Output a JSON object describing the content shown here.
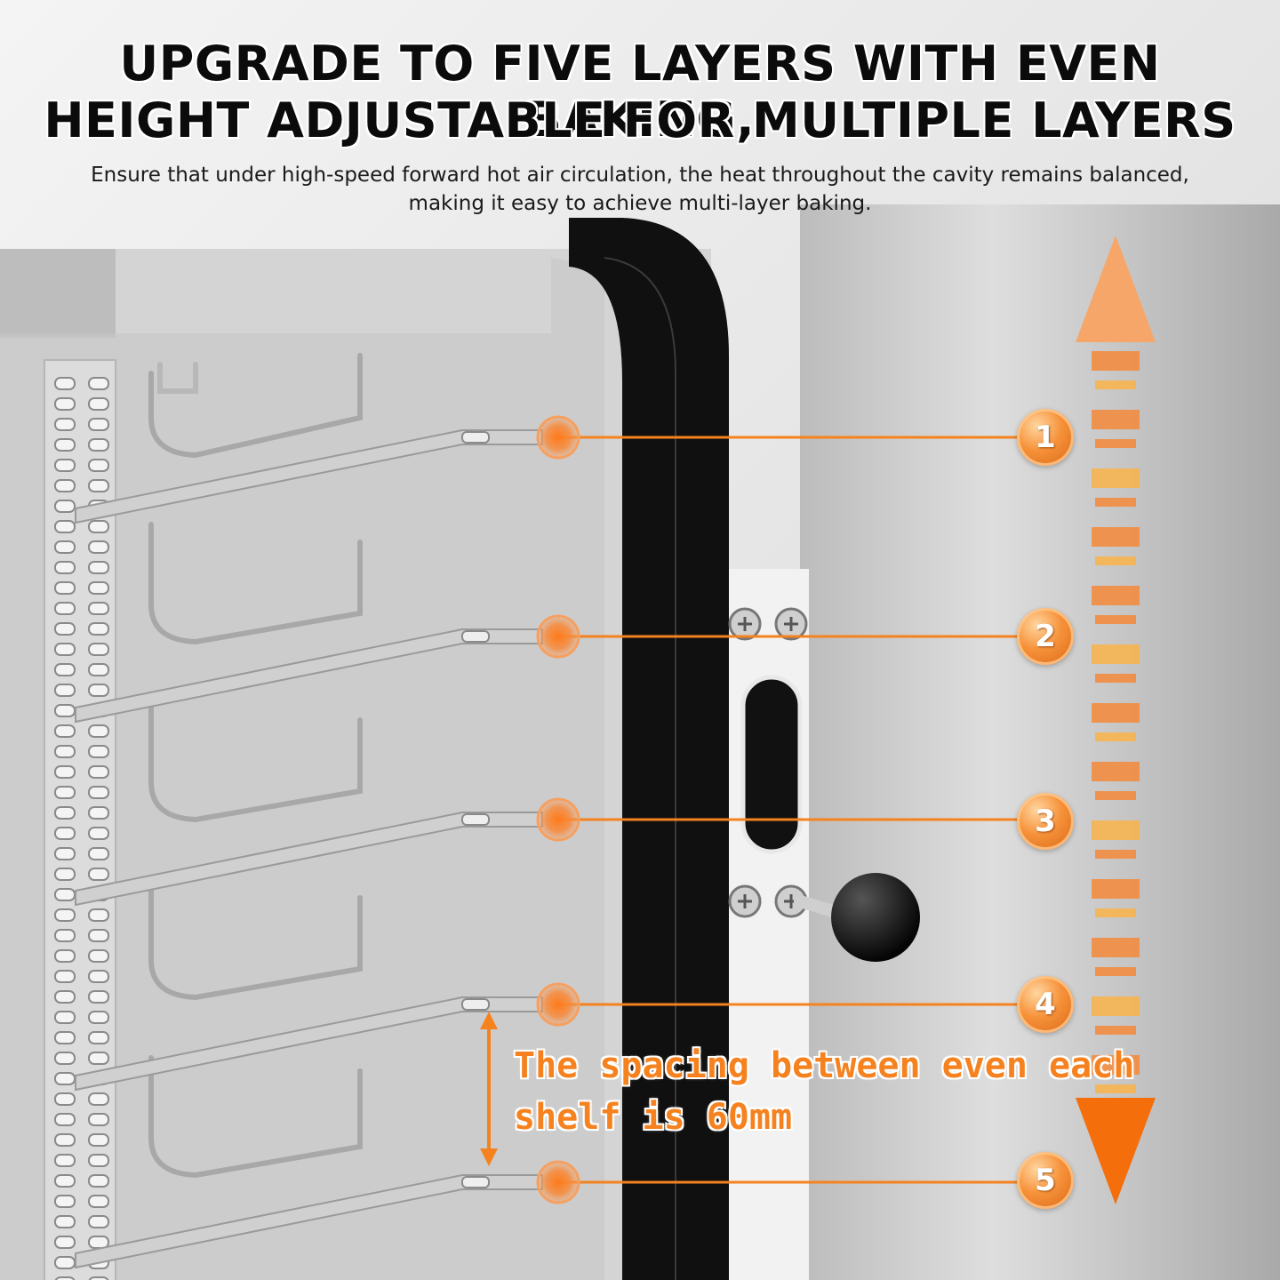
{
  "headline": {
    "line1": "UPGRADE TO FIVE LAYERS WITH EVEN BAKING,",
    "line2": "HEIGHT ADJUSTABLE FOR MULTIPLE LAYERS"
  },
  "subtext": {
    "line1": "Ensure that under high-speed forward hot air circulation, the heat throughout the cavity remains balanced,",
    "line2": "making it easy to achieve multi-layer baking."
  },
  "shelves": [
    {
      "number": "1"
    },
    {
      "number": "2"
    },
    {
      "number": "3"
    },
    {
      "number": "4"
    },
    {
      "number": "5"
    }
  ],
  "spacing_note": {
    "line1": "The spacing between even each",
    "line2": "shelf is 60mm"
  },
  "colors": {
    "accent_orange": "#f5821f",
    "badge_orange": "#f6923a",
    "text_dark": "#0b0b0b",
    "door_black": "#111111",
    "steel": "#c8c8c8"
  },
  "icons": [
    "vertical-double-arrow-icon",
    "spacing-arrow-icon",
    "screw-icon",
    "knob-handle-icon"
  ]
}
